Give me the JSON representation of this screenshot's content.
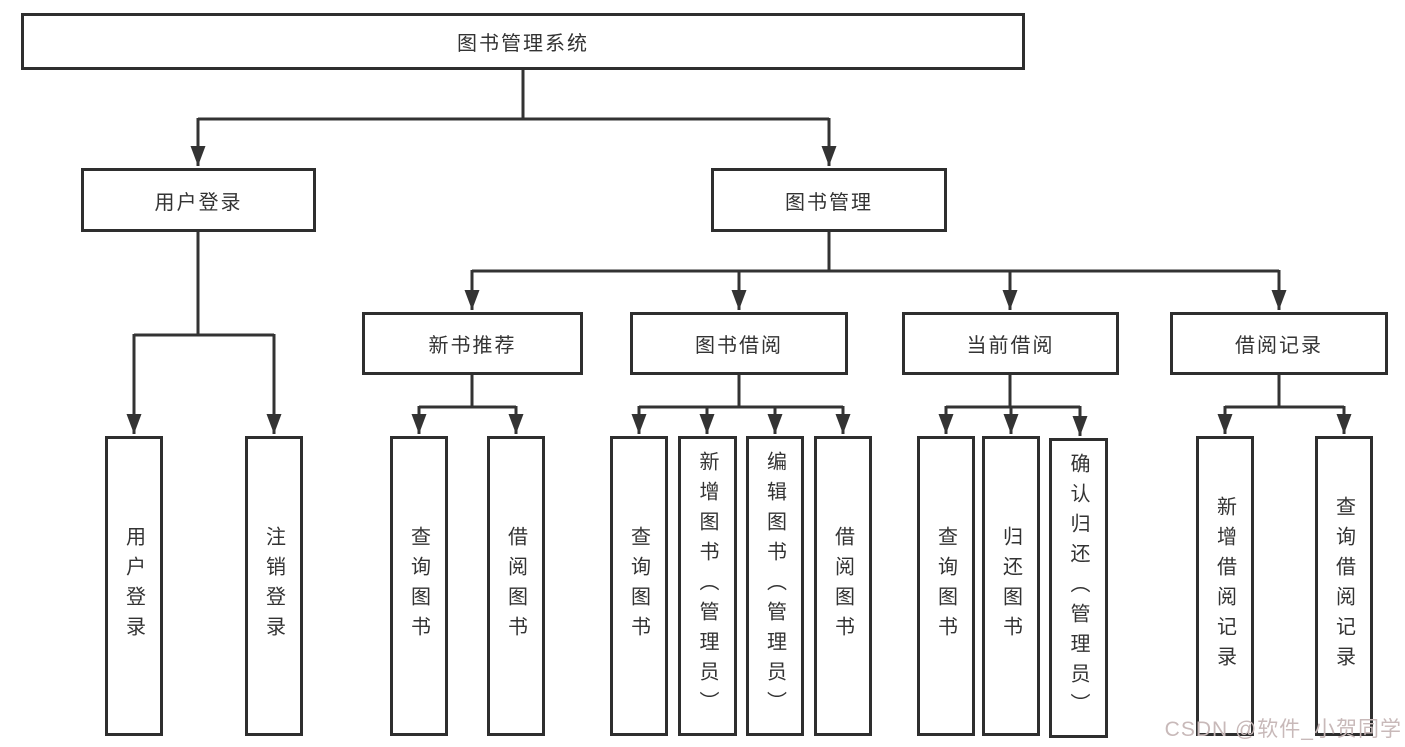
{
  "diagram": {
    "title": "图书管理系统",
    "type": "functional-structure-tree",
    "colors": {
      "line": "#333333",
      "box_border": "#2e2e2e",
      "text": "#333333",
      "background": "#ffffff",
      "watermark": "#c8b9b9"
    },
    "nodes": {
      "root": "图书管理系统",
      "l2": [
        "用户登录",
        "图书管理"
      ],
      "l3": [
        "新书推荐",
        "图书借阅",
        "当前借阅",
        "借阅记录"
      ],
      "leaves": [
        "用户登录",
        "注销登录",
        "查询图书",
        "借阅图书",
        "查询图书",
        "新增图书（管理员）",
        "编辑图书（管理员）",
        "借阅图书",
        "查询图书",
        "归还图书",
        "确认归还（管理员）",
        "新增借阅记录",
        "查询借阅记录"
      ]
    },
    "tree": {
      "root": "图书管理系统",
      "children": [
        {
          "label": "用户登录",
          "children": [
            "用户登录",
            "注销登录"
          ]
        },
        {
          "label": "图书管理",
          "children": [
            {
              "label": "新书推荐",
              "children": [
                "查询图书",
                "借阅图书"
              ]
            },
            {
              "label": "图书借阅",
              "children": [
                "查询图书",
                "新增图书（管理员）",
                "编辑图书（管理员）",
                "借阅图书"
              ]
            },
            {
              "label": "当前借阅",
              "children": [
                "查询图书",
                "归还图书",
                "确认归还（管理员）"
              ]
            },
            {
              "label": "借阅记录",
              "children": [
                "新增借阅记录",
                "查询借阅记录"
              ]
            }
          ]
        }
      ]
    }
  },
  "watermark": {
    "text": "CSDN @软件_小贺同学"
  }
}
